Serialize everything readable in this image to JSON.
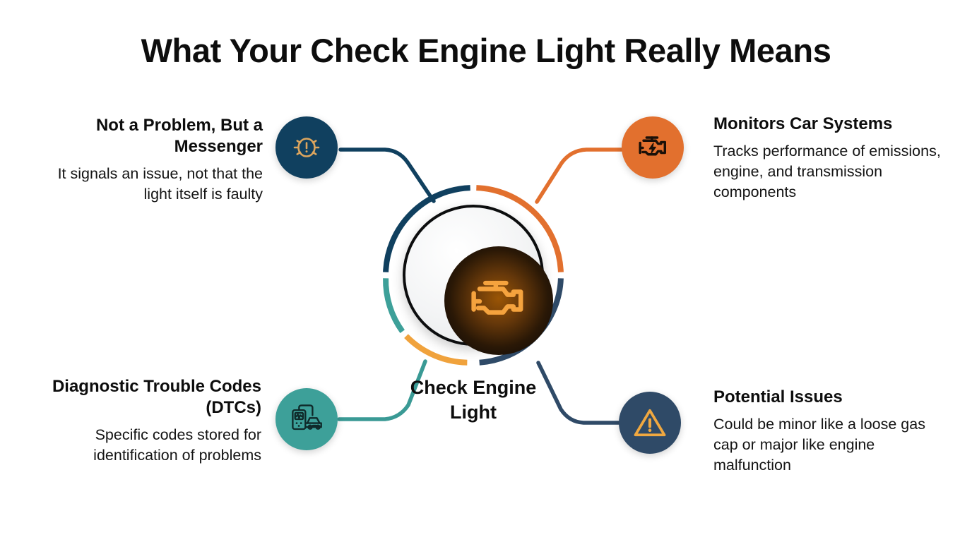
{
  "page": {
    "title": "What Your Check Engine Light Really Means",
    "background_color": "#ffffff"
  },
  "hub": {
    "label_line1": "Check Engine",
    "label_line2": "Light",
    "icon": "check-engine-light-icon",
    "icon_color": "#f5a03c",
    "ring_segments": [
      {
        "name": "top-left",
        "color": "#10405f"
      },
      {
        "name": "top-right",
        "color": "#e2702e"
      },
      {
        "name": "bottom-right",
        "color": "#2f4a67"
      },
      {
        "name": "bottom-left",
        "color": "#f0a23c"
      },
      {
        "name": "left",
        "color": "#3da099"
      }
    ]
  },
  "nodes": [
    {
      "id": "not-a-problem",
      "position": "top-left",
      "title": "Not a Problem, But a Messenger",
      "body": "It signals an issue, not that the light itself is faulty",
      "icon": "warning-lamp-icon",
      "circle_color": "#10405f",
      "icon_color": "#dca55e",
      "connector_color": "#10405f"
    },
    {
      "id": "monitors-car-systems",
      "position": "top-right",
      "title": "Monitors Car Systems",
      "body": "Tracks performance of emissions, engine, and transmission components",
      "icon": "engine-bolt-icon",
      "circle_color": "#e2702e",
      "icon_color": "#1b1008",
      "connector_color": "#e2702e"
    },
    {
      "id": "diagnostic-trouble-codes",
      "position": "bottom-left",
      "title": "Diagnostic Trouble Codes (DTCs)",
      "body": "Specific codes stored for identification of problems",
      "icon": "obd-scanner-car-icon",
      "circle_color": "#3da099",
      "icon_color": "#0f2a2a",
      "connector_color": "#3a9a95"
    },
    {
      "id": "potential-issues",
      "position": "bottom-right",
      "title": "Potential Issues",
      "body": "Could be minor like a loose gas cap or major like engine malfunction",
      "icon": "warning-triangle-icon",
      "circle_color": "#2f4a67",
      "icon_color": "#f0a840",
      "connector_color": "#2f4a67"
    }
  ]
}
